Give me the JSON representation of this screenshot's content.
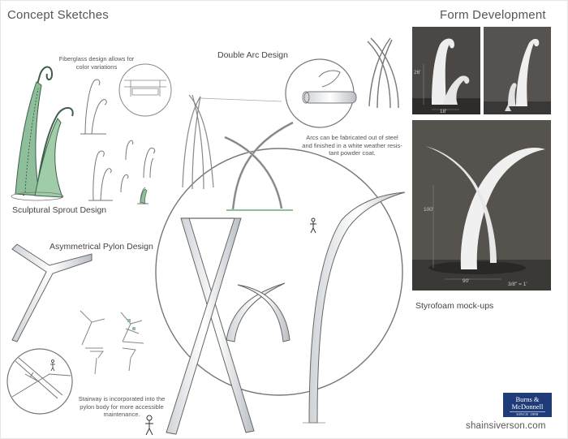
{
  "headers": {
    "concept": "Concept Sketches",
    "form": "Form Development"
  },
  "labels": {
    "sprout": "Sculptural Sprout Design",
    "pylon": "Asymmetrical Pylon Design",
    "double_arc": "Double Arc Design",
    "styrofoam": "Styrofoam mock-ups"
  },
  "notes": {
    "fiberglass": [
      "Fiberglass design allows for",
      "color variations"
    ],
    "arcs": [
      "Arcs can be fabricated out of steel",
      "and finished in a white weather resis-",
      "tant  powder coat."
    ],
    "stairway": [
      "Stairway is incorporated into the",
      "pylon body for more accessible",
      "maintenance."
    ]
  },
  "photos": {
    "dim_small_h": "26'",
    "dim_small_w": "18'",
    "dim_large_h": "100'",
    "dim_large_w": "90'",
    "scale": "3/8\" = 1'"
  },
  "logo": {
    "line1": "Burns &",
    "line2": "McDonnell",
    "line3": "SINCE 1898"
  },
  "site": "shainsiverson.com",
  "colors": {
    "sprout_green": "#8fbf9a",
    "logo_blue": "#1f3c78",
    "photo_bg": "#3d3a37"
  }
}
